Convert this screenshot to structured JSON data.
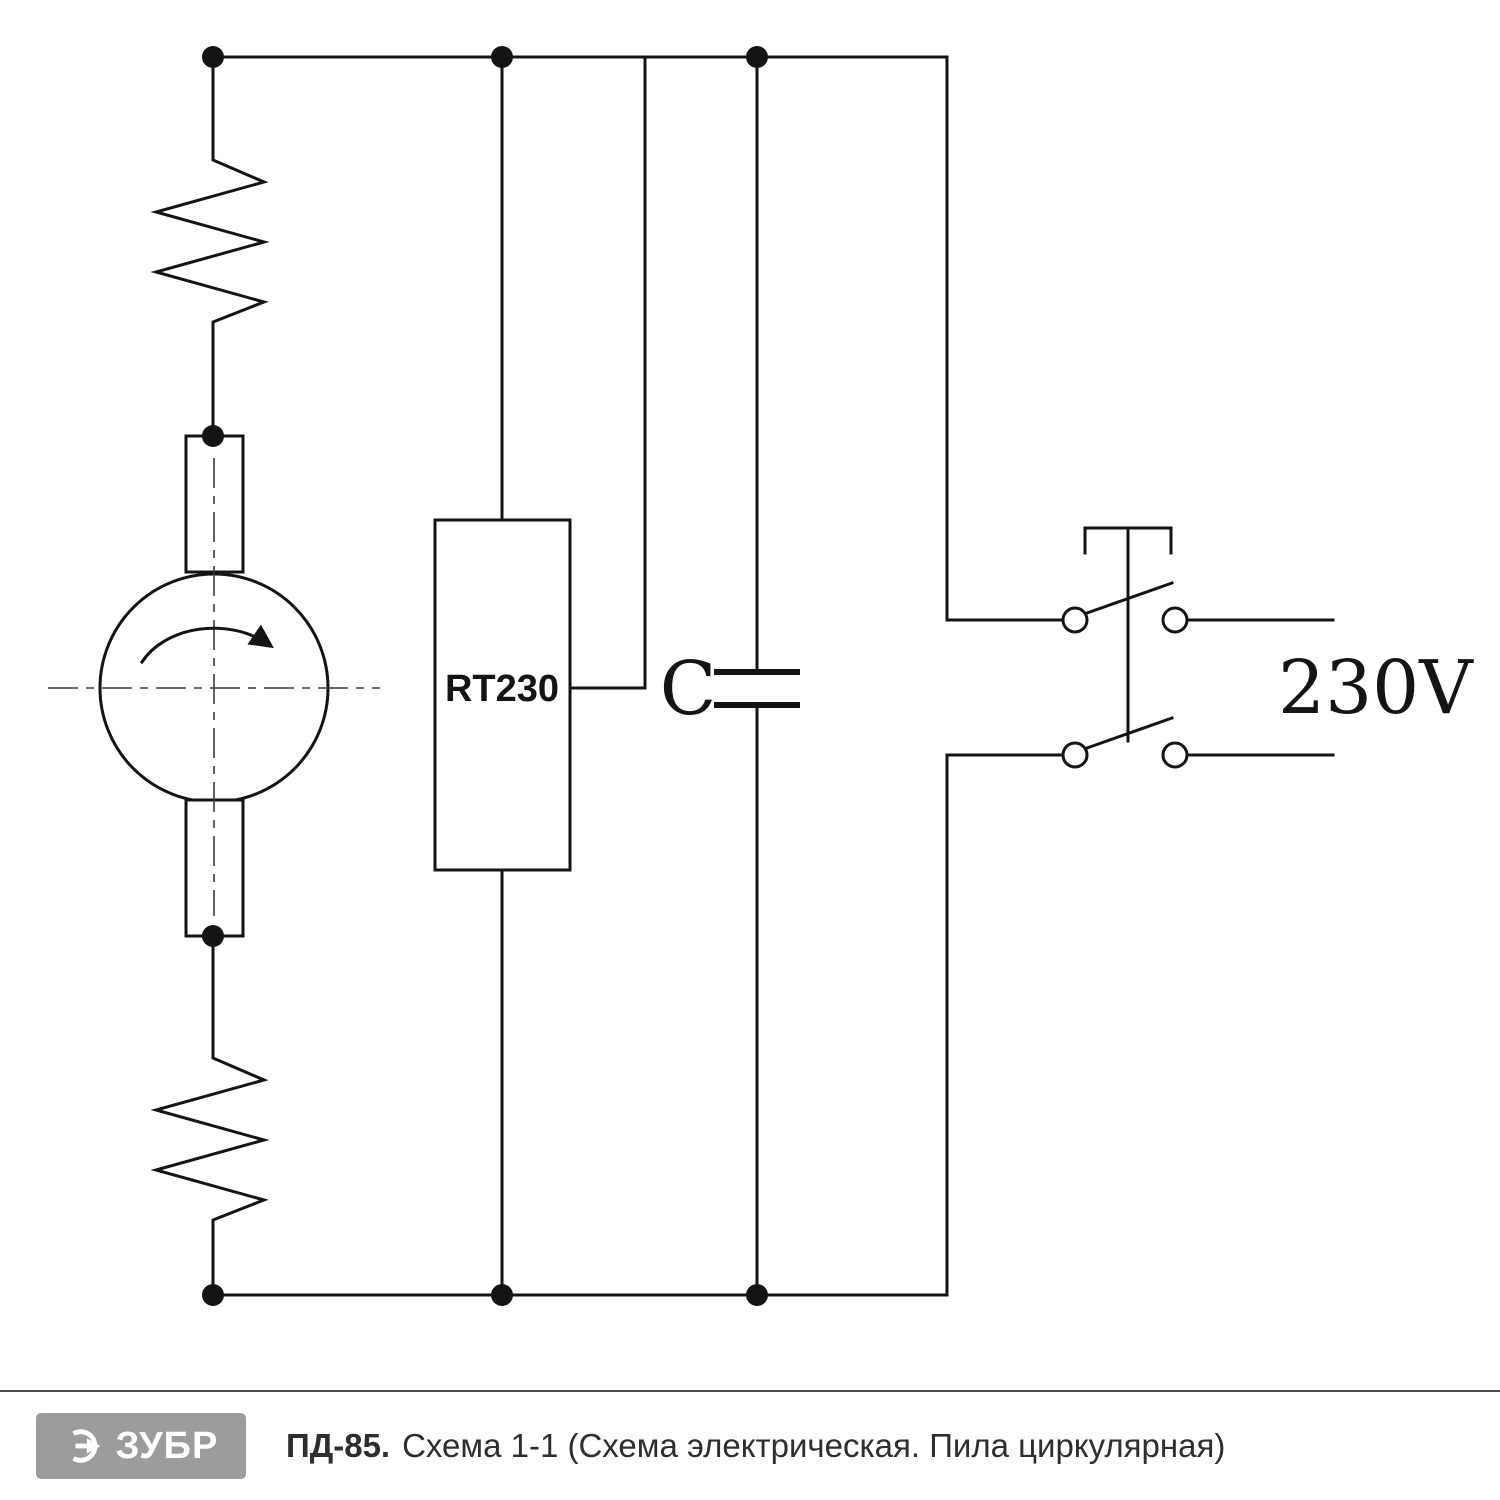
{
  "colors": {
    "line": "#141414",
    "text": "#2e2e2e",
    "logo-bg": "#9c9c9c",
    "logo-text": "#ffffff"
  },
  "diagram": {
    "thermal_label": "RT230",
    "capacitor_label": "C",
    "voltage_label": "230V ~"
  },
  "footer": {
    "brand": "ЗУБР",
    "model": "ПД-85.",
    "caption": "Схема 1-1 (Схема электрическая. Пила циркулярная)"
  }
}
